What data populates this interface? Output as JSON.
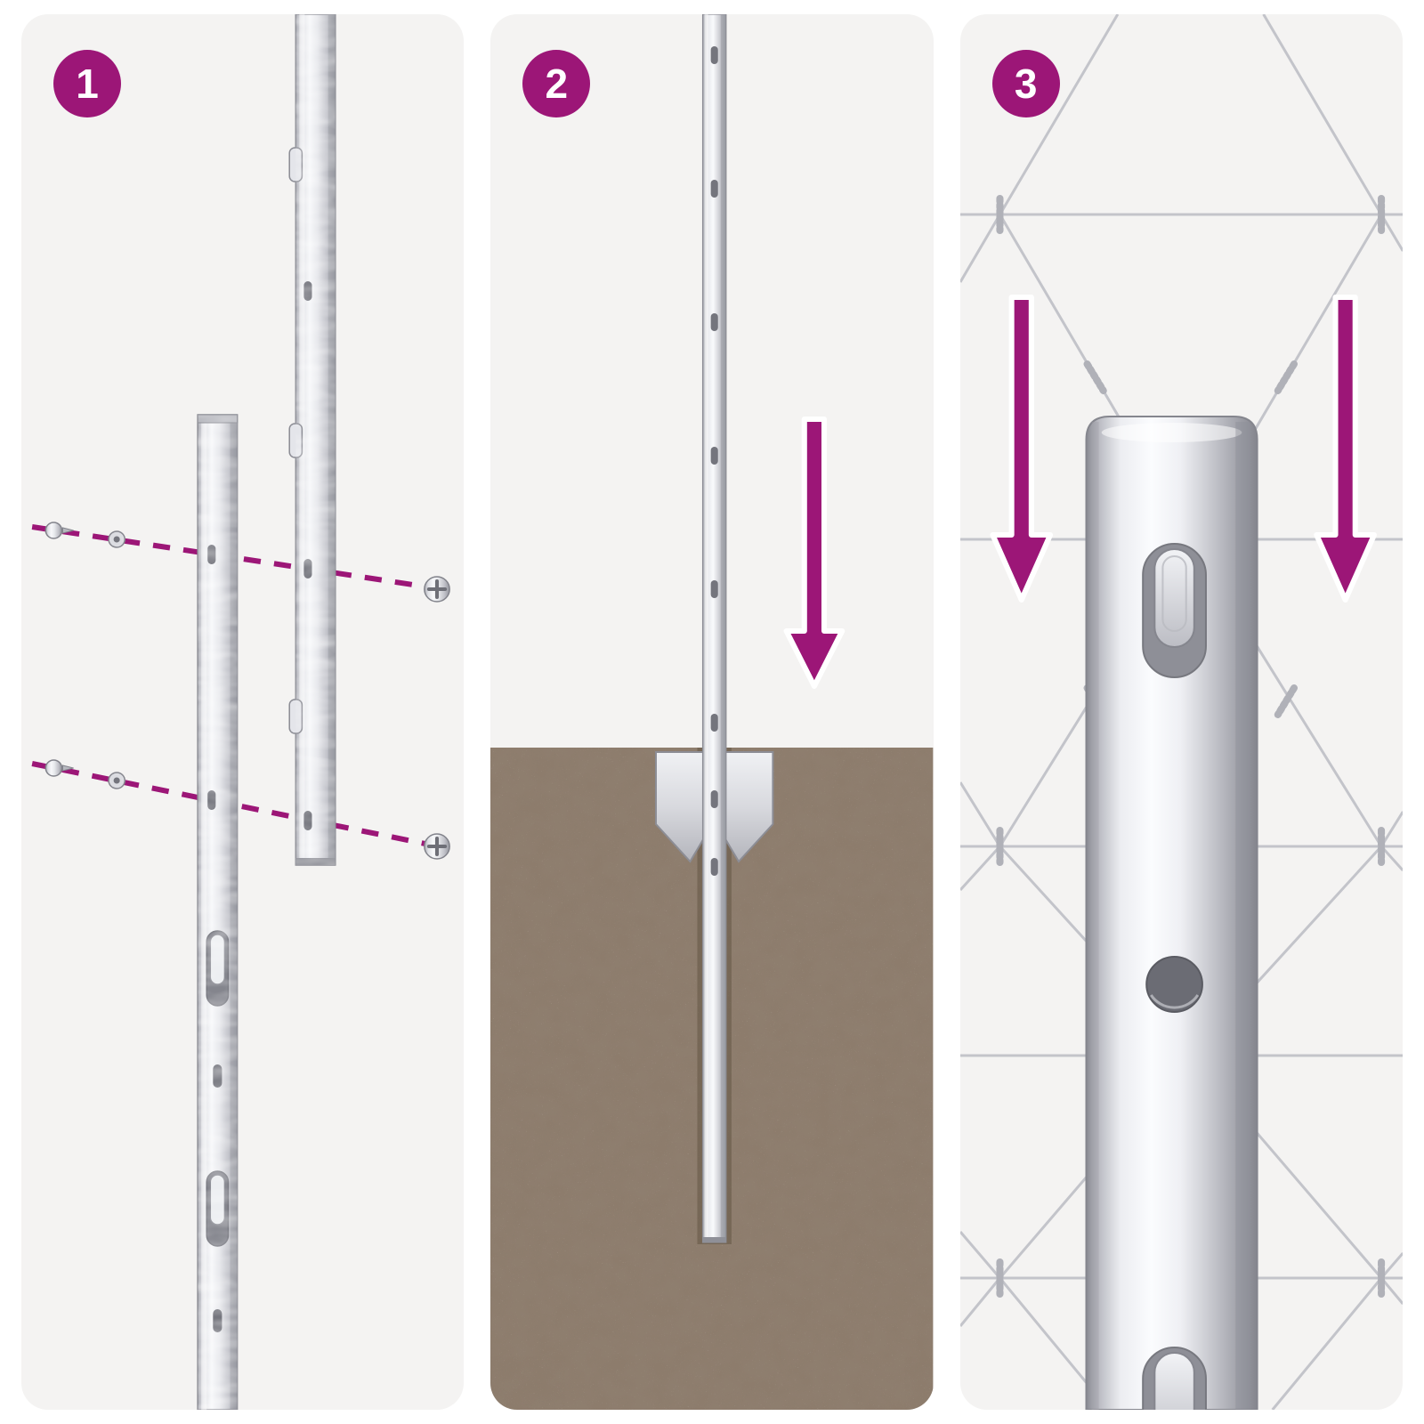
{
  "colors": {
    "accent": "#9c1677",
    "page_bg": "#ffffff",
    "panel_bg": "#f4f3f2",
    "badge_text": "#ffffff",
    "metal_light": "#f7f8fa",
    "metal_dark": "#94959d",
    "soil": "#8d7c6c",
    "wire": "#c3c4ca"
  },
  "panels": [
    {
      "step_number": "1"
    },
    {
      "step_number": "2"
    },
    {
      "step_number": "3"
    }
  ],
  "icons": {
    "arrow": "down-arrow-icon",
    "screw": "screw-icon",
    "washer": "washer-icon"
  }
}
